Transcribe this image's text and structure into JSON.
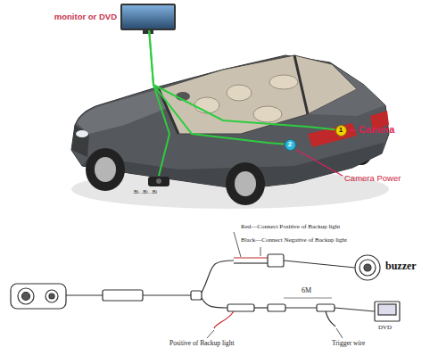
{
  "diagram": {
    "nodes": [
      {
        "text": [
          "monitor or DVD"
        ]
      },
      {
        "text": [
          "1"
        ]
      },
      {
        "text": [
          "2"
        ]
      }
    ],
    "edges": [
      {
        "from": 0,
        "to": 1,
        "arrow": "none"
      },
      {
        "from": 0,
        "to": 2,
        "arrow": "none"
      }
    ],
    "labels": [
      "Camera",
      "Camera Power",
      "Bi...Bi...Bi",
      "Red—Connect Positive of Backup light",
      "Black—Connect Negative of Backup light",
      "buzzer",
      "6M",
      "Positive of Backup light",
      "Trigger wire",
      "DVD"
    ]
  }
}
